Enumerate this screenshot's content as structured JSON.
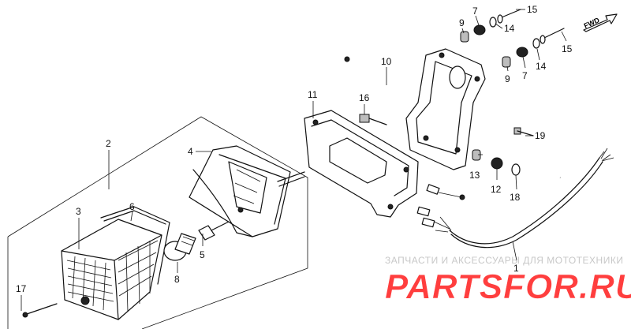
{
  "diagram": {
    "callouts": [
      {
        "id": "1",
        "text": "1"
      },
      {
        "id": "2",
        "text": "2"
      },
      {
        "id": "3",
        "text": "3"
      },
      {
        "id": "4",
        "text": "4"
      },
      {
        "id": "5",
        "text": "5"
      },
      {
        "id": "6",
        "text": "6"
      },
      {
        "id": "7a",
        "text": "7"
      },
      {
        "id": "7b",
        "text": "7"
      },
      {
        "id": "8",
        "text": "8"
      },
      {
        "id": "9a",
        "text": "9"
      },
      {
        "id": "9b",
        "text": "9"
      },
      {
        "id": "10",
        "text": "10"
      },
      {
        "id": "11",
        "text": "11"
      },
      {
        "id": "12",
        "text": "12"
      },
      {
        "id": "13",
        "text": "13"
      },
      {
        "id": "14a",
        "text": "14"
      },
      {
        "id": "14b",
        "text": "14"
      },
      {
        "id": "15a",
        "text": "15"
      },
      {
        "id": "15b",
        "text": "15"
      },
      {
        "id": "16",
        "text": "16"
      },
      {
        "id": "17",
        "text": "17"
      },
      {
        "id": "18",
        "text": "18"
      },
      {
        "id": "19",
        "text": "19"
      }
    ],
    "direction_label": "FWD"
  },
  "watermark": {
    "subtitle": "ЗАПЧАСТИ И АКСЕССУАРЫ ДЛЯ МОТОТЕХНИКИ",
    "brand": "PARTSFOR.RU",
    "color": "#ff2a2a",
    "subtitle_color": "#c8c8c8"
  },
  "colors": {
    "ink": "#111111",
    "background": "#ffffff"
  }
}
